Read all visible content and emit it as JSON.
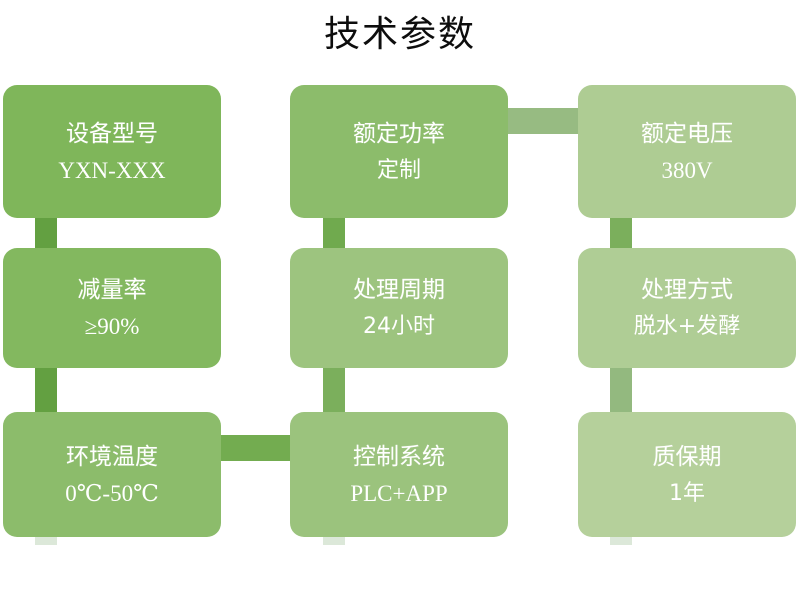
{
  "header": {
    "title": "技术参数"
  },
  "theme": {
    "card_colors": [
      "#7FB65A",
      "#8CBC6B",
      "#AECC93",
      "#83B85F",
      "#9DC47F",
      "#AFCD95",
      "#8CBC6B",
      "#9BC37D",
      "#B5D09B"
    ],
    "connector_dark": "#6FAA4B",
    "connector_mid": "#8CBC6B",
    "connector_light": "#A9C894",
    "text_color": "#ffffff",
    "title_color": "#0d0d0d",
    "background": "#ffffff"
  },
  "cards": [
    {
      "id": "device-model",
      "title": "设备型号",
      "value": "YXN-XXX",
      "value_is_cjk": false,
      "row": 1,
      "col": 1
    },
    {
      "id": "rated-power",
      "title": "额定功率",
      "value": "定制",
      "value_is_cjk": true,
      "row": 1,
      "col": 2
    },
    {
      "id": "rated-voltage",
      "title": "额定电压",
      "value": "380V",
      "value_is_cjk": false,
      "row": 1,
      "col": 3
    },
    {
      "id": "reduction-rate",
      "title": "减量率",
      "value": "≥90%",
      "value_is_cjk": false,
      "row": 2,
      "col": 1
    },
    {
      "id": "processing-cycle",
      "title": "处理周期",
      "value": "24小时",
      "value_is_cjk": true,
      "row": 2,
      "col": 2
    },
    {
      "id": "processing-method",
      "title": "处理方式",
      "value": "脱水+发酵",
      "value_is_cjk": true,
      "row": 2,
      "col": 3
    },
    {
      "id": "ambient-temperature",
      "title": "环境温度",
      "value": "0℃-50℃",
      "value_is_cjk": false,
      "row": 3,
      "col": 1
    },
    {
      "id": "control-system",
      "title": "控制系统",
      "value": "PLC+APP",
      "value_is_cjk": false,
      "row": 3,
      "col": 2
    },
    {
      "id": "warranty-period",
      "title": "质保期",
      "value": "1年",
      "value_is_cjk": true,
      "row": 3,
      "col": 3
    }
  ],
  "connectors": [
    {
      "id": "v-col1-r1-r2",
      "orientation": "vertical"
    },
    {
      "id": "v-col1-r2-r3",
      "orientation": "vertical"
    },
    {
      "id": "v-col2-r1-r2",
      "orientation": "vertical"
    },
    {
      "id": "v-col2-r2-r3",
      "orientation": "vertical"
    },
    {
      "id": "v-col3-r1-r2",
      "orientation": "vertical"
    },
    {
      "id": "v-col3-r2-r3",
      "orientation": "vertical"
    },
    {
      "id": "h-row1-c2-c3",
      "orientation": "horizontal"
    },
    {
      "id": "h-row3-c1-c2",
      "orientation": "horizontal"
    }
  ]
}
